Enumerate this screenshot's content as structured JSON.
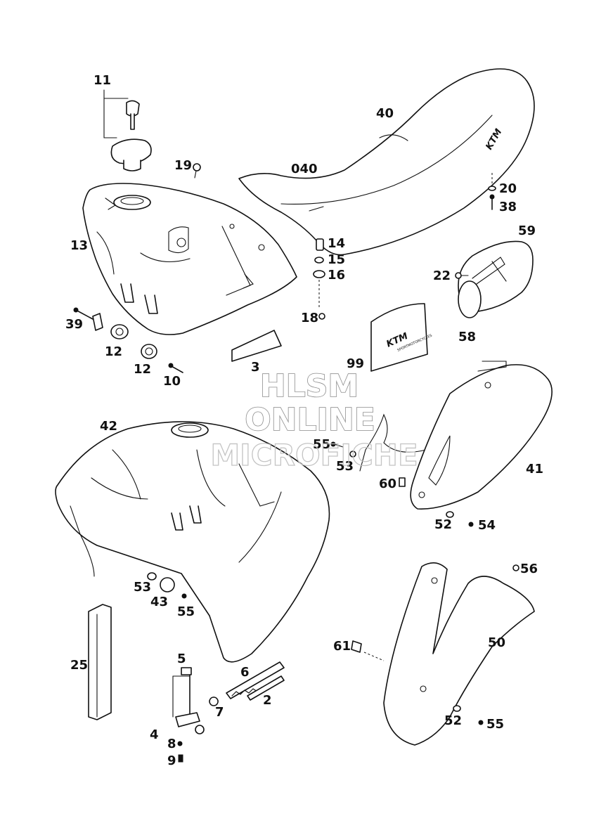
{
  "diagram": {
    "labels": {
      "p11": "11",
      "p19": "19",
      "p13": "13",
      "p39": "39",
      "p12a": "12",
      "p12b": "12",
      "p10": "10",
      "p3": "3",
      "p40": "40",
      "p040": "040",
      "p20": "20",
      "p38": "38",
      "p14": "14",
      "p15": "15",
      "p16": "16",
      "p18": "18",
      "p59": "59",
      "p22": "22",
      "p58": "58",
      "p99": "99",
      "p42": "42",
      "p55a": "55",
      "p53a": "53",
      "p41": "41",
      "p60": "60",
      "p52a": "52",
      "p54": "54",
      "p53b": "53",
      "p43": "43",
      "p55b": "55",
      "p56": "56",
      "p61": "61",
      "p50": "50",
      "p52b": "52",
      "p55c": "55",
      "p25": "25",
      "p5": "5",
      "p6": "6",
      "p7": "7",
      "p2": "2",
      "p4": "4",
      "p8": "8",
      "p9": "9"
    },
    "logo_text": "KTM",
    "logo_small_text": "SPORTMOTORCYCLES"
  },
  "watermark": {
    "line1": "HLSM",
    "line2": "ONLINE",
    "line3": "MICROFICHE"
  }
}
